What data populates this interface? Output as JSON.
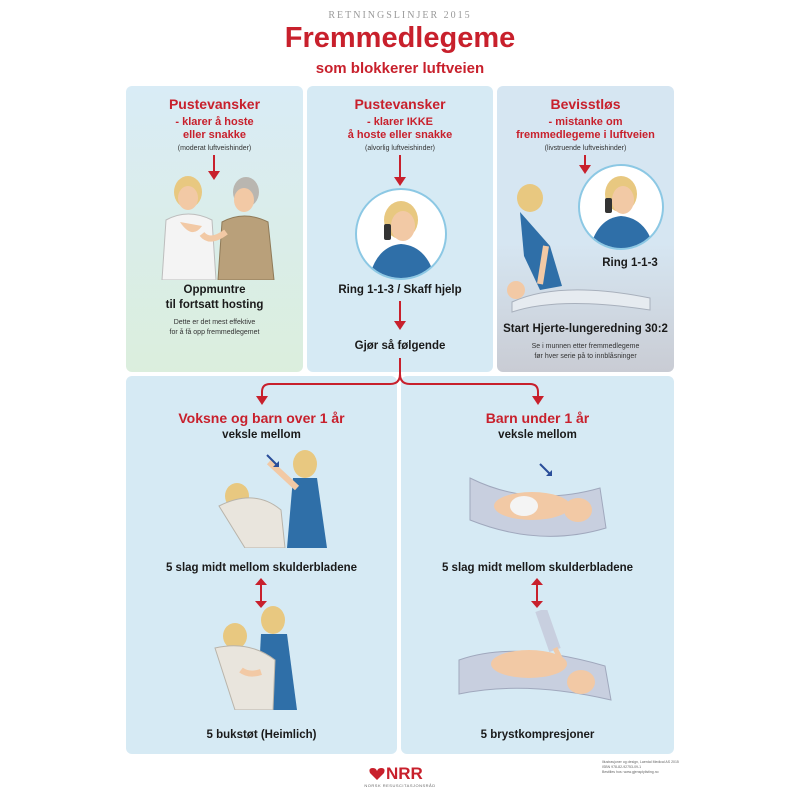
{
  "header": {
    "kicker": "RETNINGSLINJER 2015",
    "title": "Fremmedlegeme",
    "subtitle": "som blokkerer luftveien"
  },
  "panels": {
    "mild": {
      "heading": "Pustevansker",
      "sub_1": "- klarer å hoste",
      "sub_2": "eller snakke",
      "note": "(moderat luftveishinder)",
      "action_1": "Oppmuntre",
      "action_2": "til fortsatt hosting",
      "detail_1": "Dette er det mest effektive",
      "detail_2": "for å få opp fremmedlegemet"
    },
    "severe": {
      "heading": "Pustevansker",
      "sub_1": "- klarer IKKE",
      "sub_2": "å hoste eller snakke",
      "note": "(alvorlig luftveishinder)",
      "action": "Ring 1-1-3 / Skaff hjelp",
      "next": "Gjør så følgende"
    },
    "unconscious": {
      "heading": "Bevisstløs",
      "sub_1": "- mistanke om",
      "sub_2": "fremmedlegeme i luftveien",
      "note": "(livstruende luftveishinder)",
      "call": "Ring 1-1-3",
      "action": "Start Hjerte-lungeredning 30:2",
      "detail_1": "Se i munnen etter fremmedlegeme",
      "detail_2": "før hver serie på to innblåsninger"
    },
    "adult": {
      "heading": "Voksne og barn over 1 år",
      "sub": "veksle mellom",
      "step_1": "5 slag midt mellom skulderbladene",
      "step_2": "5 bukstøt (Heimlich)"
    },
    "infant": {
      "heading": "Barn under 1 år",
      "sub": "veksle mellom",
      "step_1": "5 slag midt mellom skulderbladene",
      "step_2": "5 brystkompresjoner"
    }
  },
  "footer": {
    "logo_text": "NRR",
    "logo_sub": "NORSK RESUSCITASJONSRÅD",
    "colophon": [
      "Illustrasjoner og design, Laerdal Medical AS 2015",
      "ISBN 978-82-92753-09-1",
      "Bestilles hos: www.gjensplylisting.no"
    ]
  },
  "colors": {
    "accent": "#c8202c",
    "panel": "#d6eaf4",
    "skin": "#f2c9a5",
    "shirt_blue": "#2f6fa8"
  }
}
